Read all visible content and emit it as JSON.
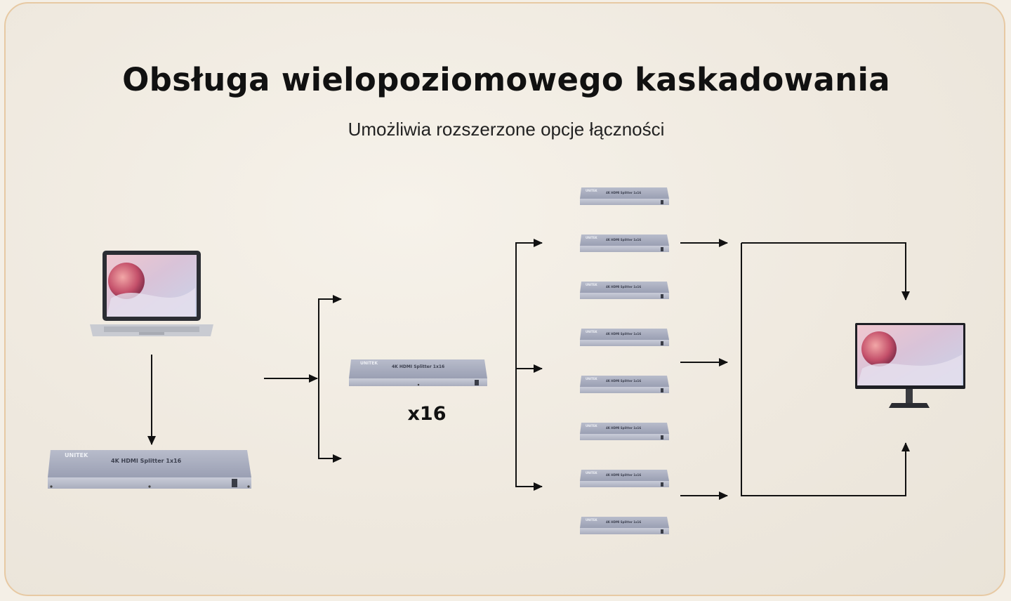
{
  "header": {
    "title": "Obsługa wielopoziomowego kaskadowania",
    "subtitle": "Umożliwia rozszerzone opcje łączności"
  },
  "devices": {
    "main_splitter": {
      "brand": "UNITEK",
      "model": "4K HDMI Splitter 1x16"
    },
    "second_splitter": {
      "brand": "UNITEK",
      "model": "4K HDMI Splitter 1x16"
    },
    "multiplier": "x16",
    "small_splitter": {
      "brand": "UNITEK",
      "model": "4K HDMI Splitter 1x16"
    }
  },
  "icons": [
    "laptop-icon",
    "hdmi-splitter-icon",
    "monitor-icon",
    "arrow-icon"
  ],
  "colors": {
    "background": "#f4efe6",
    "border": "#e7c9a3",
    "arrow": "#111111",
    "device": "#9da3b8"
  }
}
